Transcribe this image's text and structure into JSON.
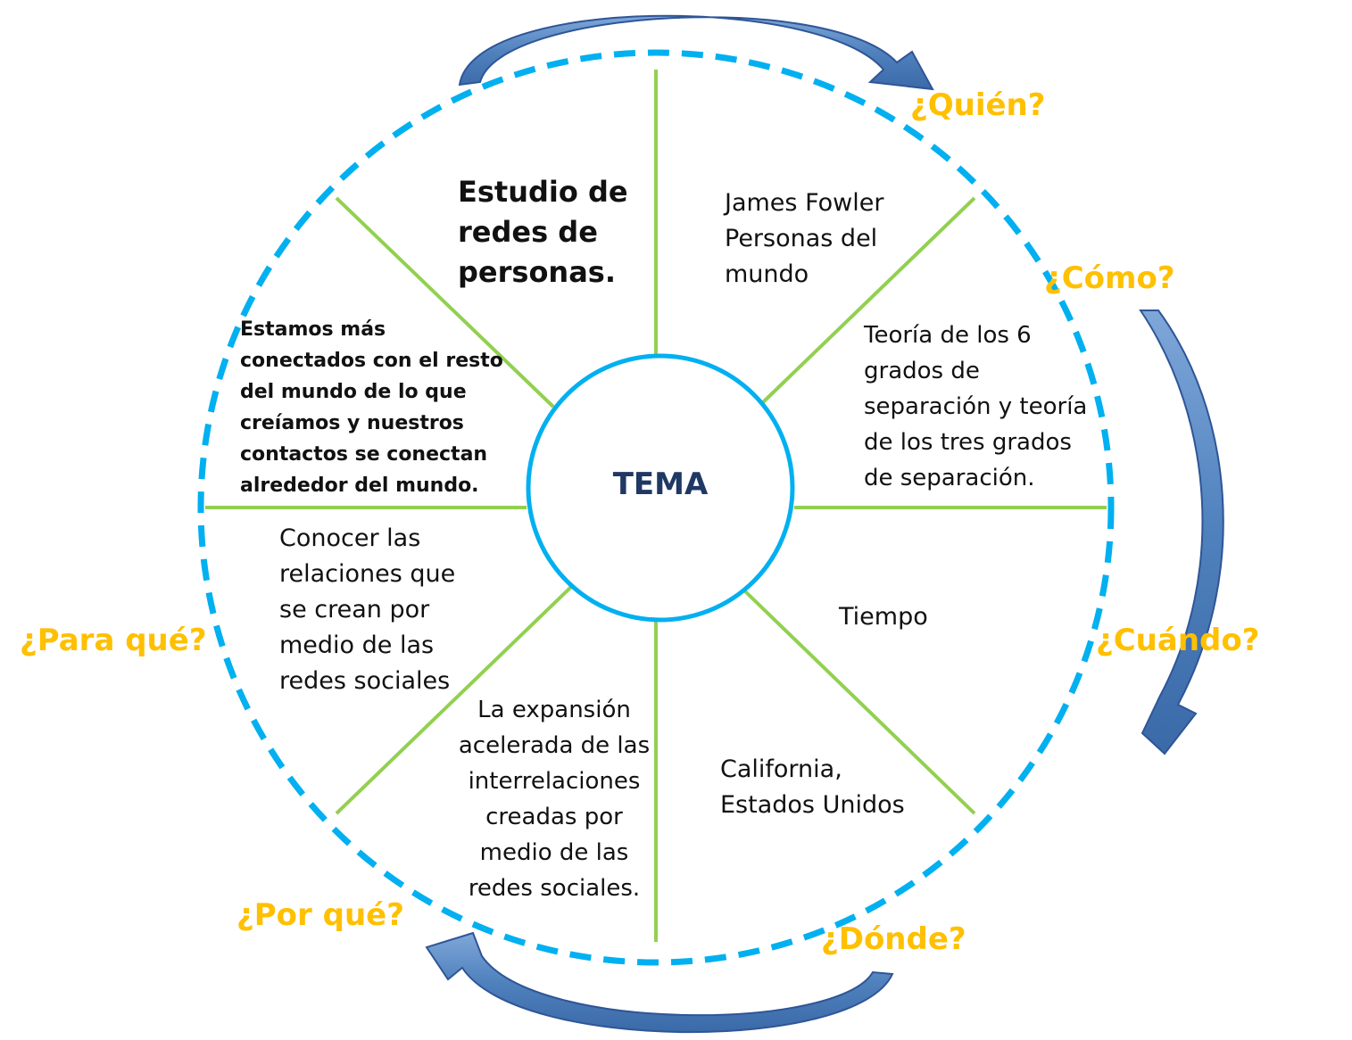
{
  "center": {
    "label": "TEMA"
  },
  "segments": {
    "what": "Estudio de\nredes de\npersonas.",
    "who": "James Fowler\nPersonas del\nmundo",
    "how": "Teoría de los 6\ngrados de\nseparación y teoría\nde los tres grados\nde separación.",
    "when": "Tiempo",
    "where": "California,\nEstados Unidos",
    "why": "La expansión\nacelerada de las\ninterrelaciones\ncreadas por\nmedio de las\nredes sociales.",
    "what_for": "Conocer las\nrelaciones que\nse crean por\nmedio de las\nredes sociales",
    "conclusion": "Estamos más\nconectados con el resto\ndel mundo de lo que\ncreíamos y nuestros\ncontactos se conectan\nalrededor del mundo."
  },
  "questions": {
    "who": "¿Quién?",
    "how": "¿Cómo?",
    "when": "¿Cuándo?",
    "where": "¿Dónde?",
    "why": "¿Por qué?",
    "what_for": "¿Para qué?"
  },
  "colors": {
    "dashed_circle": "#00B0F0",
    "inner_circle": "#00B0F0",
    "spokes": "#92D050",
    "questions": "#FFC000",
    "center_text": "#1F3864",
    "arrows": "#4F81BD",
    "arrow_outline": "#2F5597"
  },
  "icons": [
    "curved-arrow-icon"
  ]
}
